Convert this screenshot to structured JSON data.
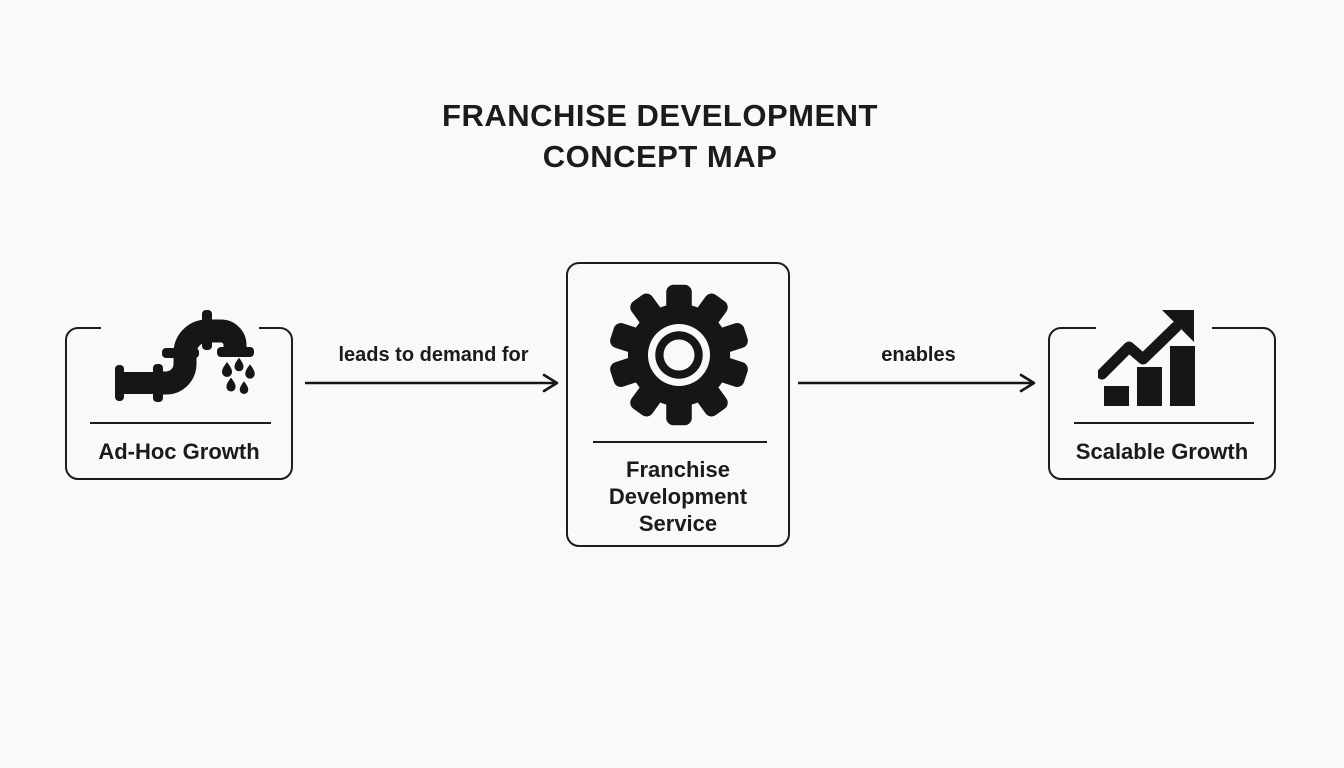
{
  "colors": {
    "background": "#f7f9fa",
    "ink": "#161616",
    "border": "#1c1c1c"
  },
  "title": {
    "line1": "FRANCHISE DEVELOPMENT",
    "line2": "CONCEPT MAP"
  },
  "nodes": {
    "adhoc": {
      "label": "Ad-Hoc Growth",
      "icon": "leaky-pipe-icon"
    },
    "service": {
      "line1": "Franchise",
      "line2": "Development",
      "line3": "Service",
      "icon": "gear-icon"
    },
    "scalable": {
      "label": "Scalable Growth",
      "icon": "growth-chart-icon"
    }
  },
  "edges": {
    "demand": {
      "label": "leads to demand for",
      "from": "Ad-Hoc Growth",
      "to": "Franchise Development Service"
    },
    "enables": {
      "label": "enables",
      "from": "Franchise Development Service",
      "to": "Scalable Growth"
    }
  }
}
